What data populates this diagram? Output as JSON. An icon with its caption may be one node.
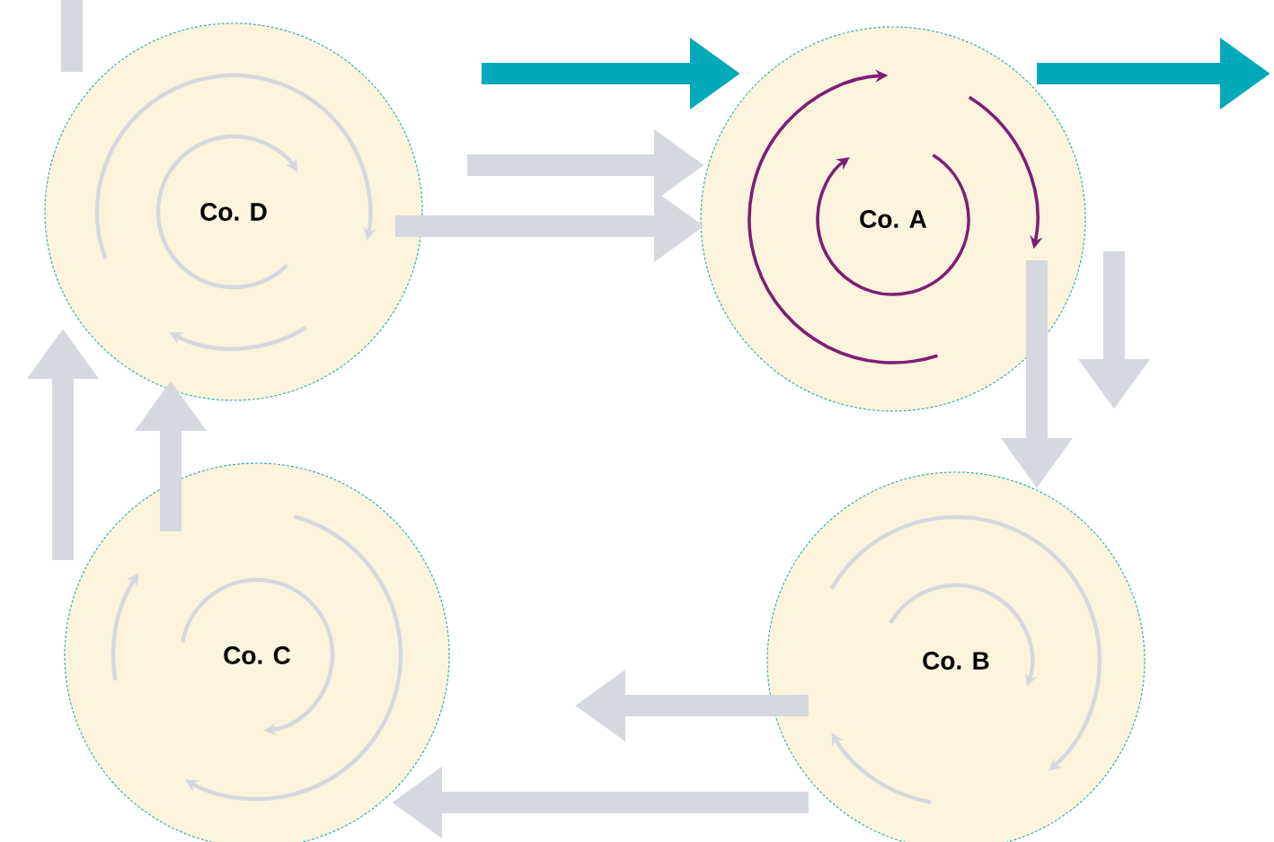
{
  "diagram": {
    "nodes": [
      {
        "text": [
          "Co. D"
        ]
      },
      {
        "text": [
          "Co. A"
        ]
      },
      {
        "text": [
          "Co. C"
        ]
      },
      {
        "text": [
          "Co. B"
        ]
      }
    ],
    "edges": [
      {
        "from": null,
        "to": 1,
        "arrow": "to",
        "color": "#00a9b9"
      },
      {
        "from": 1,
        "to": null,
        "arrow": "to",
        "color": "#00a9b9"
      },
      {
        "from": 0,
        "to": 1,
        "arrow": "to"
      },
      {
        "from": 0,
        "to": 1,
        "arrow": "to"
      },
      {
        "from": 1,
        "to": 3,
        "arrow": "to"
      },
      {
        "from": 3,
        "to": null,
        "arrow": "to"
      },
      {
        "from": 3,
        "to": 2,
        "arrow": "to"
      },
      {
        "from": 2,
        "to": 0,
        "arrow": "to"
      },
      {
        "from": 2,
        "to": 0,
        "arrow": "to"
      }
    ]
  }
}
